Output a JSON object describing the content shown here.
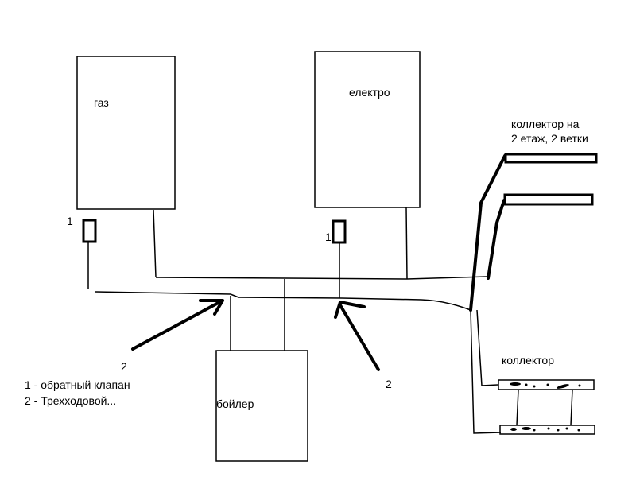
{
  "labels": {
    "gas_boiler": "газ",
    "electric_boiler": "електро",
    "water_heater": "бойлер",
    "collector_top": "коллектор на\n2 етаж, 2 ветки",
    "collector_bottom": "коллектор",
    "check_valve_marker_left": "1",
    "check_valve_marker_right": "1",
    "three_way_marker_left": "2",
    "three_way_marker_right": "2",
    "legend_1": "1 - обратный клапан",
    "legend_2": "2 - Трехходовой..."
  },
  "colors": {
    "line": "#000000",
    "background": "#ffffff"
  }
}
